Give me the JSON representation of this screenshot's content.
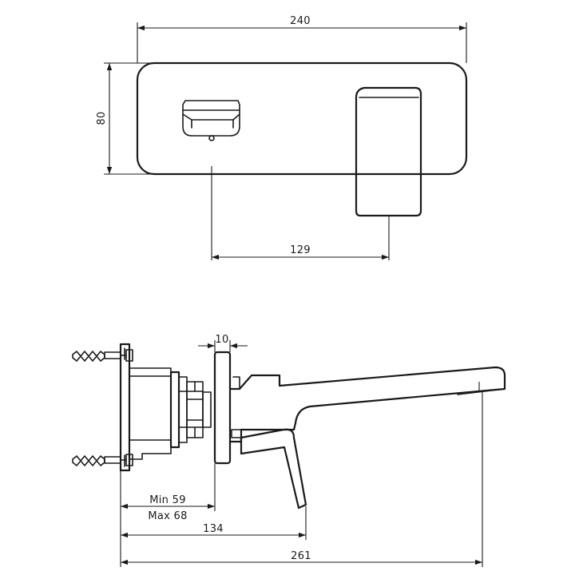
{
  "top_view": {
    "width_label": "240",
    "height_label": "80",
    "spacing_label": "129"
  },
  "side_view": {
    "plate_label": "10",
    "min_label": "Min 59",
    "max_label": "Max 68",
    "spout_label": "134",
    "total_label": "261"
  }
}
